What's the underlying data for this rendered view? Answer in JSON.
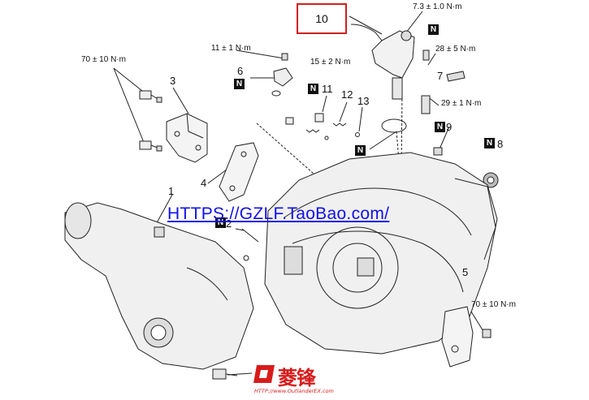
{
  "callout": {
    "label": "10"
  },
  "torque": {
    "t1": "7.3 ± 1.0 N·m",
    "t2": "11 ± 1 N·m",
    "t3": "70 ± 10 N·m",
    "t4": "15 ± 2 N·m",
    "t5": "28 ± 5 N·m",
    "t6": "29 ± 1 N·m",
    "t7": "70 ± 10 N·m"
  },
  "parts": {
    "p1": "1",
    "p2": "2",
    "p3": "3",
    "p4": "4",
    "p5": "5",
    "p6": "6",
    "p7": "7",
    "p8": "8",
    "p9": "9",
    "p11": "11",
    "p12": "12",
    "p13": "13"
  },
  "marker": "N",
  "watermark": "HTTPS://GZLF.TaoBao.com/",
  "logo": {
    "text": "菱锋",
    "url": "HTTP://www.OutlanderEX.com"
  },
  "colors": {
    "callout_border": "#d02020",
    "watermark": "#1010ee",
    "logo": "#d81b1b",
    "line": "#222222"
  }
}
